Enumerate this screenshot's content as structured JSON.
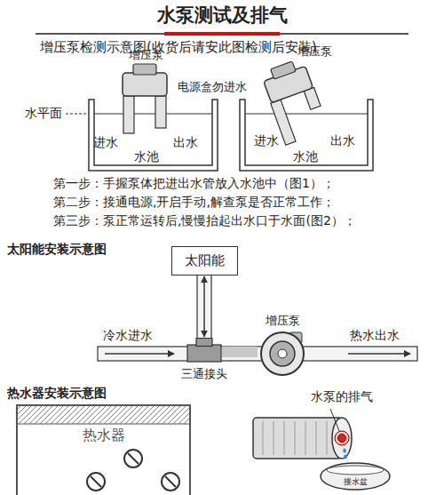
{
  "diagram": {
    "title": "水泵测试及排气",
    "nodes": [
      {
        "text": [
          "太阳能"
        ]
      },
      {
        "text": [
          "三通接头"
        ]
      },
      {
        "text": [
          "增压泵"
        ]
      },
      {
        "text": [
          "热水器"
        ]
      },
      {
        "text": [
          "接水盆"
        ]
      }
    ],
    "edges": [
      {
        "from": 0,
        "to": 1,
        "arrow": "both"
      },
      {
        "from": 1,
        "to": 2,
        "arrow": "none"
      }
    ],
    "labels": [
      "增压泵检测示意图(收货后请安此图检测后安装)",
      "增压泵",
      "电源盒勿进水",
      "增压泵",
      "水平面",
      "进水",
      "出水",
      "进水",
      "出水",
      "水池",
      "水池",
      "第一步：手握泵体把进出水管放入水池中（图1）；",
      "第二步：接通电源,开启手动,解查泵是否正常工作；",
      "第三步：泵正常运转后,慢慢抬起出水口于水面(图2）；",
      "太阳能安装示意图",
      "冷水进水",
      "热水出水",
      "热水器安装示意图",
      "水泵的排气"
    ]
  }
}
